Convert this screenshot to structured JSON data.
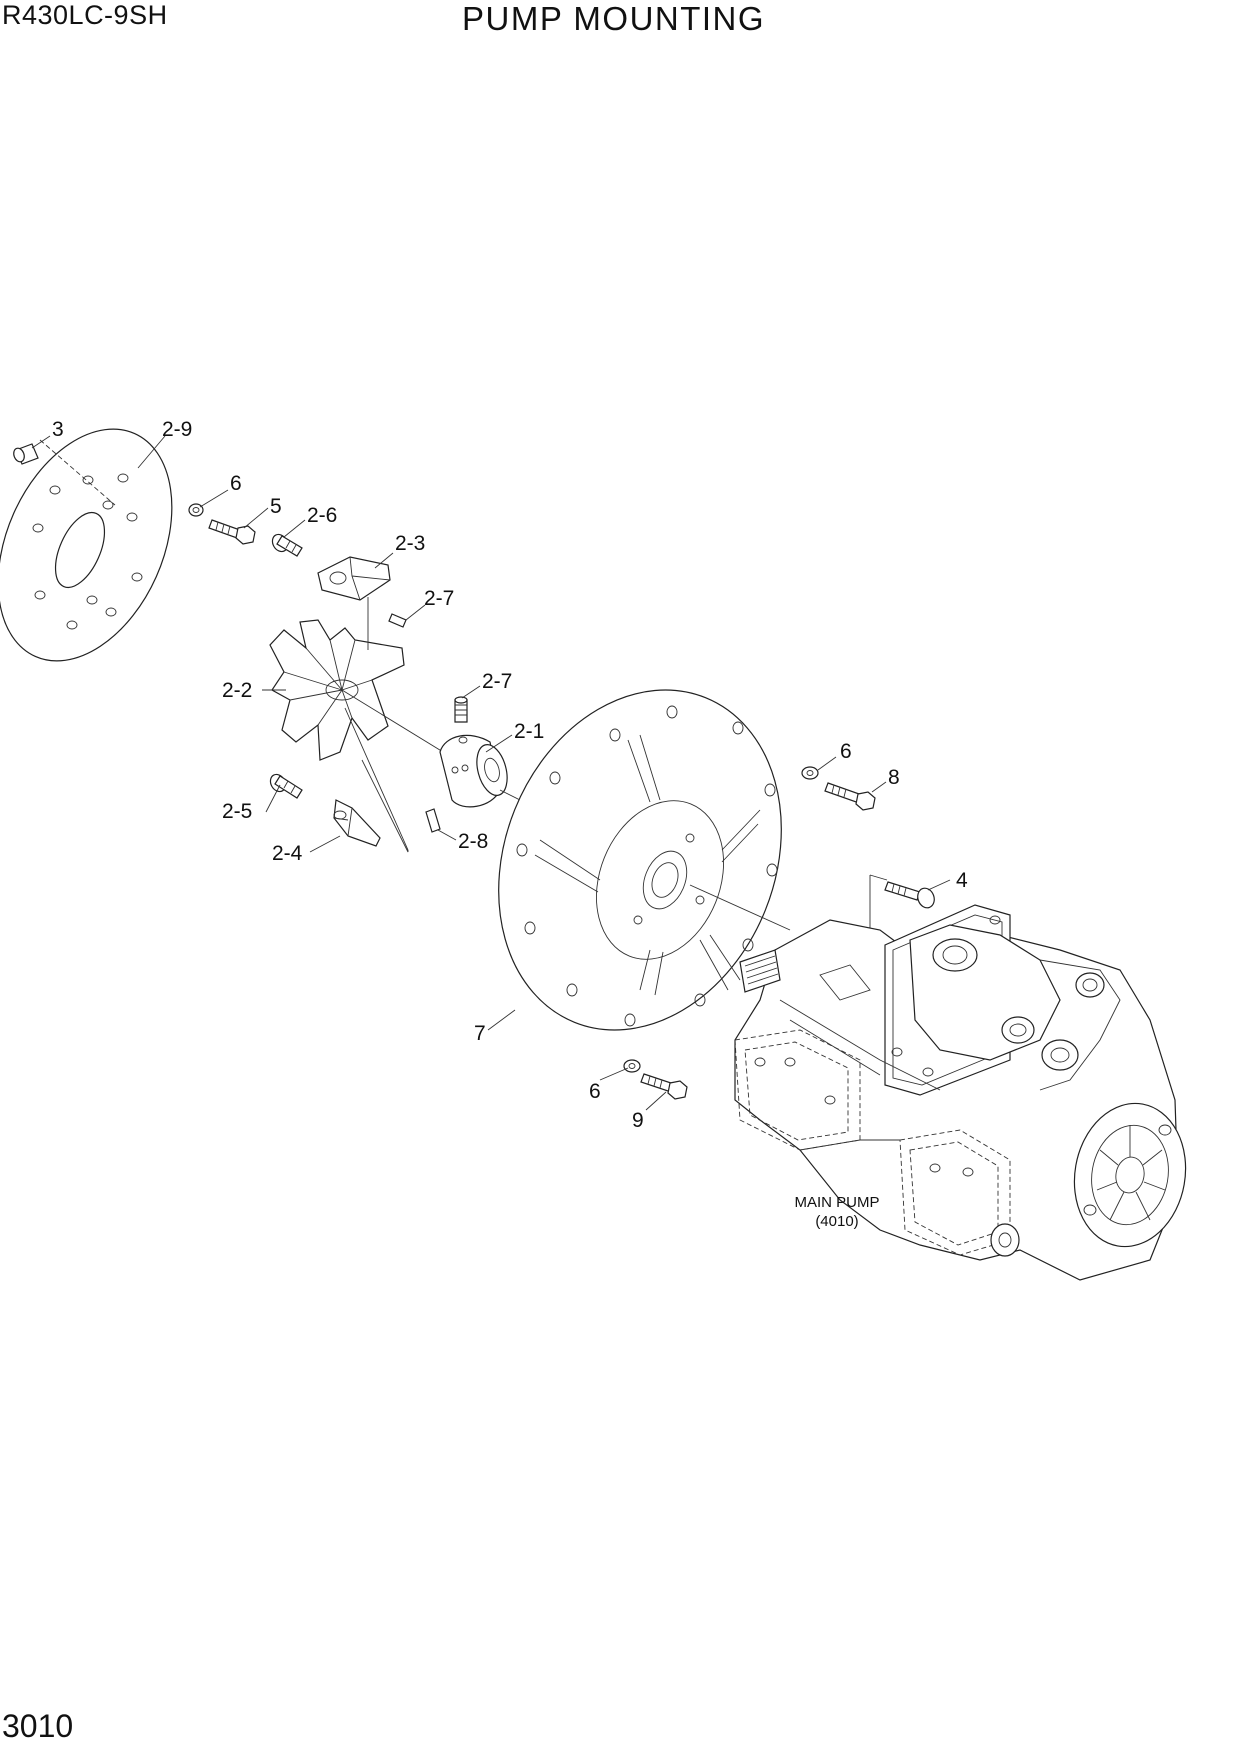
{
  "header": {
    "model": "R430LC-9SH",
    "title": "PUMP MOUNTING"
  },
  "footer": {
    "page_number": "3010"
  },
  "callouts": [
    {
      "id": "c-3",
      "label": "3"
    },
    {
      "id": "c-2-9",
      "label": "2-9"
    },
    {
      "id": "c-6a",
      "label": "6"
    },
    {
      "id": "c-5",
      "label": "5"
    },
    {
      "id": "c-2-6",
      "label": "2-6"
    },
    {
      "id": "c-2-3",
      "label": "2-3"
    },
    {
      "id": "c-2-7a",
      "label": "2-7"
    },
    {
      "id": "c-2-2",
      "label": "2-2"
    },
    {
      "id": "c-2-7b",
      "label": "2-7"
    },
    {
      "id": "c-2-1",
      "label": "2-1"
    },
    {
      "id": "c-2-5",
      "label": "2-5"
    },
    {
      "id": "c-2-8",
      "label": "2-8"
    },
    {
      "id": "c-2-4",
      "label": "2-4"
    },
    {
      "id": "c-6b",
      "label": "6"
    },
    {
      "id": "c-8",
      "label": "8"
    },
    {
      "id": "c-4",
      "label": "4"
    },
    {
      "id": "c-7",
      "label": "7"
    },
    {
      "id": "c-6c",
      "label": "6"
    },
    {
      "id": "c-9",
      "label": "9"
    }
  ],
  "main_pump": {
    "name": "MAIN PUMP",
    "ref": "(4010)"
  }
}
